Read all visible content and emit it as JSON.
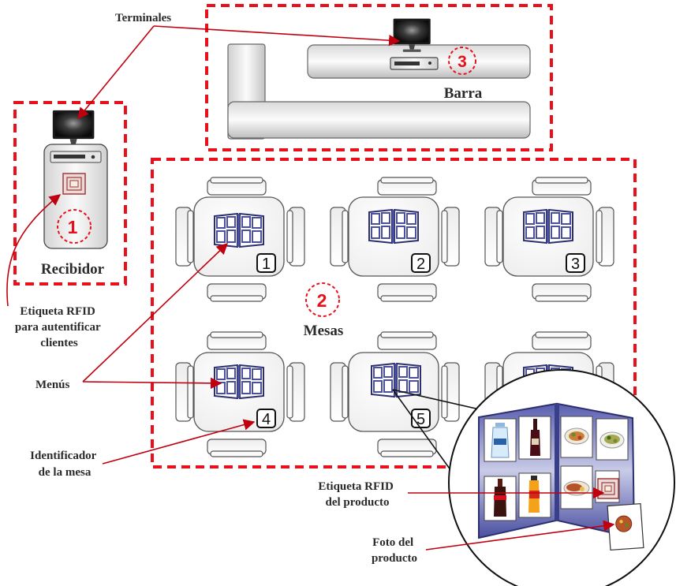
{
  "labels": {
    "terminales": "Terminales",
    "barra": "Barra",
    "recibidor": "Recibidor",
    "mesas": "Mesas",
    "rfid_clientes": [
      "Etiqueta RFID",
      "para autentificar",
      "clientes"
    ],
    "menus": "Menús",
    "identificador": [
      "Identificador",
      "de la mesa"
    ],
    "rfid_producto": [
      "Etiqueta RFID",
      "del producto"
    ],
    "foto": [
      "Foto del",
      "producto"
    ]
  },
  "zones": {
    "recibidor": "1",
    "mesas": "2",
    "barra": "3"
  },
  "tables": [
    "1",
    "2",
    "3",
    "4",
    "5"
  ],
  "colors": {
    "zone_border": "#e8101a",
    "arrow": "#c0000f",
    "menu": "#4a4fa0"
  }
}
